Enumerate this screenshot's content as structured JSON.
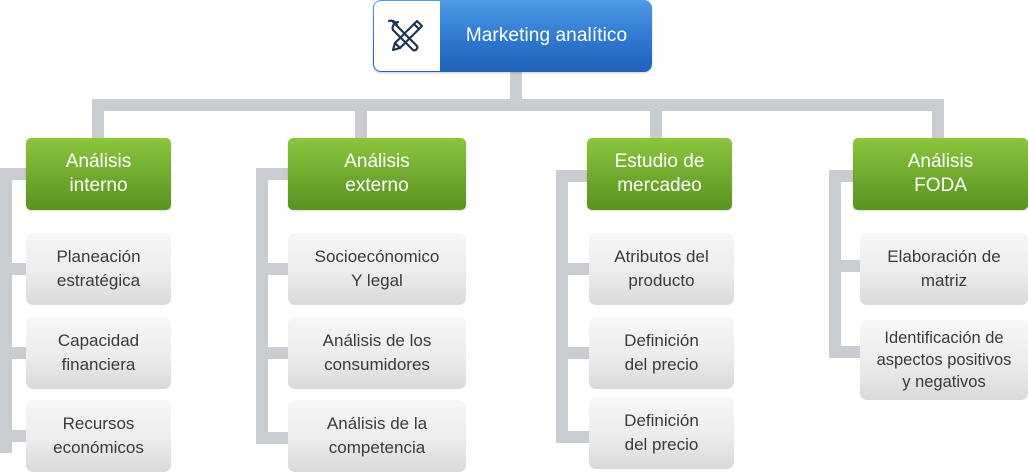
{
  "root": {
    "title": "Marketing analítico",
    "icon": "pencil-wrench-tools-icon"
  },
  "colors": {
    "root": "#2f78cf",
    "category": "#7ab530",
    "item": "#e6e6e6",
    "connector": "#c9ccd1"
  },
  "categories": [
    {
      "label": "Análisis\ninterno",
      "items": [
        "Planeación\nestratégica",
        "Capacidad\nfinanciera",
        "Recursos\neconómicos"
      ]
    },
    {
      "label": "Análisis\nexterno",
      "items": [
        "Socioecónomico\nY legal",
        "Análisis de los\nconsumidores",
        "Análisis de la\ncompetencia"
      ]
    },
    {
      "label": "Estudio de\nmercadeo",
      "items": [
        "Atributos del\nproducto",
        "Definición\ndel precio",
        "Definición\ndel precio"
      ]
    },
    {
      "label": "Análisis\nFODA",
      "items": [
        "Elaboración de\nmatriz",
        "Identificación de\naspectos positivos\ny negativos"
      ]
    }
  ]
}
